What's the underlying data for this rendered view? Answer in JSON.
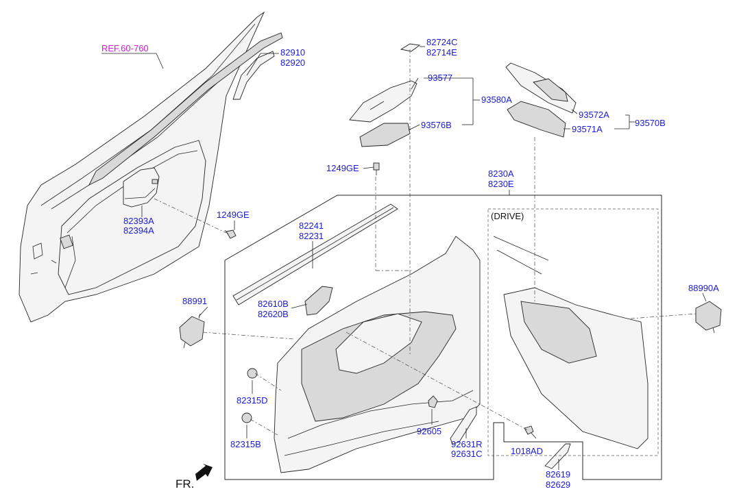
{
  "reference": "REF.60-760",
  "direction_label": "FR.",
  "drive_label": "(DRIVE)",
  "colors": {
    "part_number": "#1a1ad6",
    "reference": "#d41ad4",
    "line_art": "#222222"
  },
  "labels": {
    "p82910": "82910",
    "p82920": "82920",
    "p82724c": "82724C",
    "p82714e": "82714E",
    "p93577": "93577",
    "p93580a": "93580A",
    "p93576b": "93576B",
    "p93572a": "93572A",
    "p93570b": "93570B",
    "p93571a": "93571A",
    "p1249ge_top": "1249GE",
    "p8230a": "8230A",
    "p8230e": "8230E",
    "p82393a": "82393A",
    "p82394a": "82394A",
    "p1249ge_left": "1249GE",
    "p82241": "82241",
    "p82231": "82231",
    "p88991": "88991",
    "p82610b": "82610B",
    "p82620b": "82620B",
    "p88990a": "88990A",
    "p82315d": "82315D",
    "p82315b": "82315B",
    "p92605": "92605",
    "p92631r": "92631R",
    "p92631c": "92631C",
    "p1018ad": "1018AD",
    "p82619": "82619",
    "p82629": "82629"
  }
}
